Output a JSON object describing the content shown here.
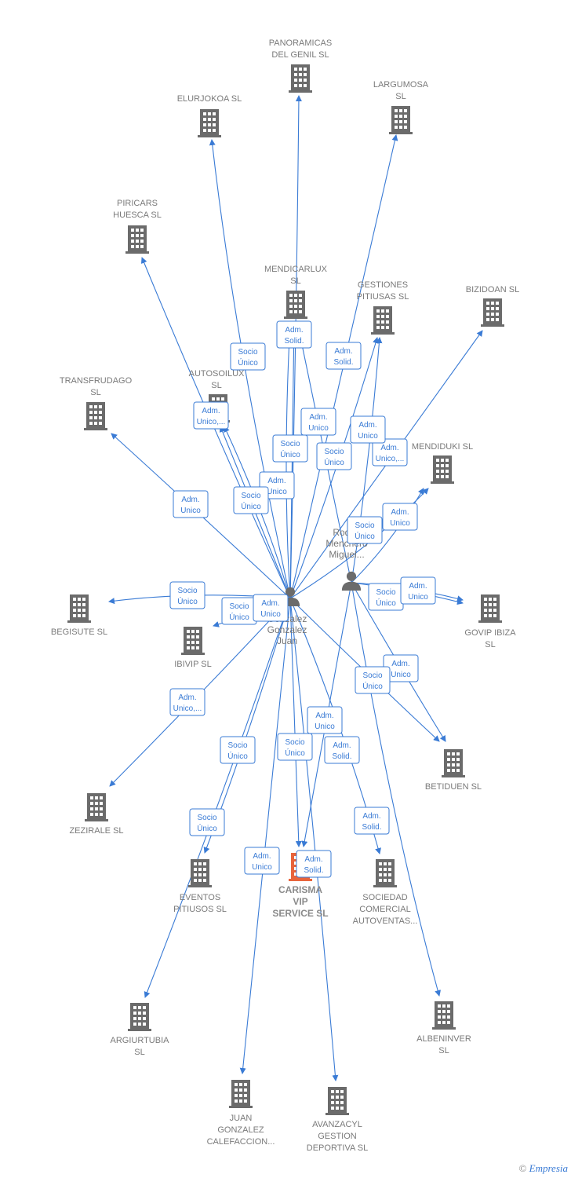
{
  "colors": {
    "edge": "#3a7bd5",
    "building": "#6b6b6b",
    "focus": "#e8643c",
    "label": "#7a7a7a"
  },
  "footer": {
    "copyright": "©",
    "brand": "Empresia"
  },
  "people": [
    {
      "id": "p1",
      "lines": [
        "Gonzalez",
        "Gonzalez",
        "Juan"
      ],
      "icon": "person-icon"
    },
    {
      "id": "p2",
      "lines": [
        "Rodr...",
        "Menchero",
        "Miguel..."
      ],
      "icon": "person-icon"
    }
  ],
  "companies": [
    {
      "id": "panoramicas",
      "lines": [
        "PANORAMICAS",
        "DEL GENIL  SL"
      ]
    },
    {
      "id": "elurjokoa",
      "lines": [
        "ELURJOKOA SL"
      ]
    },
    {
      "id": "largumosa",
      "lines": [
        "LARGUMOSA",
        "SL"
      ]
    },
    {
      "id": "piricars",
      "lines": [
        "PIRICARS",
        "HUESCA  SL"
      ]
    },
    {
      "id": "mendicarlux",
      "lines": [
        "MENDICARLUX",
        "SL"
      ]
    },
    {
      "id": "gestiones",
      "lines": [
        "GESTIONES",
        "PITIUSAS  SL"
      ]
    },
    {
      "id": "bizidoan",
      "lines": [
        "BIZIDOAN  SL"
      ]
    },
    {
      "id": "transfrudago",
      "lines": [
        "TRANSFRUDAGO",
        "SL"
      ]
    },
    {
      "id": "autosoilux",
      "lines": [
        "AUTOSOILUX",
        "SL"
      ]
    },
    {
      "id": "mendiduki",
      "lines": [
        "MENDIDUKI  SL"
      ]
    },
    {
      "id": "begisute",
      "lines": [
        "BEGISUTE  SL"
      ]
    },
    {
      "id": "ibivip",
      "lines": [
        "IBIVIP  SL"
      ]
    },
    {
      "id": "govip",
      "lines": [
        "GOVIP IBIZA",
        "SL"
      ]
    },
    {
      "id": "betiduen",
      "lines": [
        "BETIDUEN  SL"
      ]
    },
    {
      "id": "zezirale",
      "lines": [
        "ZEZIRALE  SL"
      ]
    },
    {
      "id": "eventos",
      "lines": [
        "EVENTOS",
        "PITIUSOS  SL"
      ]
    },
    {
      "id": "carisma",
      "lines": [
        "CARISMA",
        "VIP",
        "SERVICE  SL"
      ],
      "focus": true
    },
    {
      "id": "sociedad",
      "lines": [
        "SOCIEDAD",
        "COMERCIAL",
        "AUTOVENTAS..."
      ]
    },
    {
      "id": "argiurtubia",
      "lines": [
        "ARGIURTUBIA",
        "SL"
      ]
    },
    {
      "id": "albeninver",
      "lines": [
        "ALBENINVER",
        "SL"
      ]
    },
    {
      "id": "juan",
      "lines": [
        "JUAN",
        "GONZALEZ",
        "CALEFACCION..."
      ]
    },
    {
      "id": "avanzacyl",
      "lines": [
        "AVANZACYL",
        "GESTION",
        "DEPORTIVA SL"
      ]
    }
  ],
  "badges": [
    {
      "lines": [
        "Adm.",
        "Solid."
      ]
    },
    {
      "lines": [
        "Socio",
        "Único"
      ]
    },
    {
      "lines": [
        "Adm.",
        "Solid."
      ]
    },
    {
      "lines": [
        "Adm.",
        "Unico,..."
      ]
    },
    {
      "lines": [
        "Adm.",
        "Unico"
      ]
    },
    {
      "lines": [
        "Socio",
        "Único"
      ]
    },
    {
      "lines": [
        "Adm.",
        "Unico"
      ]
    },
    {
      "lines": [
        "Socio",
        "Único"
      ]
    },
    {
      "lines": [
        "Adm.",
        "Unico,..."
      ]
    },
    {
      "lines": [
        "Adm.",
        "Unico"
      ]
    },
    {
      "lines": [
        "Socio",
        "Único"
      ]
    },
    {
      "lines": [
        "Adm.",
        "Unico"
      ]
    },
    {
      "lines": [
        "Adm.",
        "Unico"
      ]
    },
    {
      "lines": [
        "Socio",
        "Único"
      ]
    },
    {
      "lines": [
        "Socio",
        "Único"
      ]
    },
    {
      "lines": [
        "Socio",
        "Único"
      ]
    },
    {
      "lines": [
        "Adm.",
        "Unico"
      ]
    },
    {
      "lines": [
        "Socio",
        "Único"
      ]
    },
    {
      "lines": [
        "Adm.",
        "Unico"
      ]
    },
    {
      "lines": [
        "Adm.",
        "Unico"
      ]
    },
    {
      "lines": [
        "Socio",
        "Único"
      ]
    },
    {
      "lines": [
        "Adm.",
        "Unico,..."
      ]
    },
    {
      "lines": [
        "Adm.",
        "Unico"
      ]
    },
    {
      "lines": [
        "Socio",
        "Único"
      ]
    },
    {
      "lines": [
        "Socio",
        "Único"
      ]
    },
    {
      "lines": [
        "Adm.",
        "Solid."
      ]
    },
    {
      "lines": [
        "Socio",
        "Único"
      ]
    },
    {
      "lines": [
        "Adm.",
        "Solid."
      ]
    },
    {
      "lines": [
        "Adm.",
        "Unico"
      ]
    },
    {
      "lines": [
        "Adm.",
        "Solid."
      ]
    }
  ]
}
